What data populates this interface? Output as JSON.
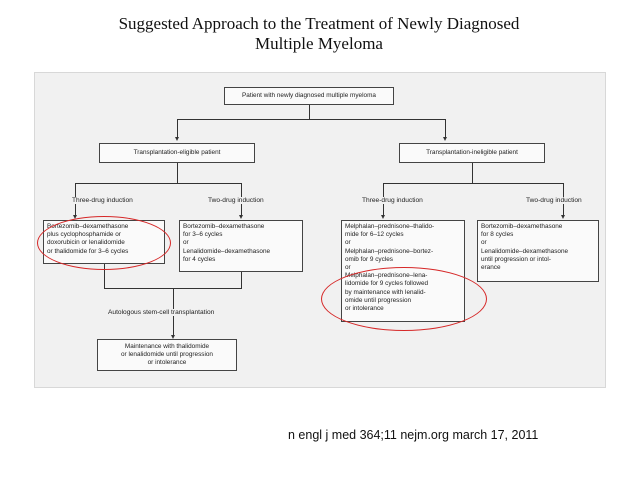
{
  "slide": {
    "title_line1": "Suggested Approach to the Treatment of Newly Diagnosed",
    "title_line2": "Multiple Myeloma",
    "citation": "n engl j med 364;11 nejm.org march 17, 2011"
  },
  "diagram": {
    "root": "Patient with newly diagnosed multiple myeloma",
    "eligible": {
      "header": "Transplantation-eligible patient",
      "three_label": "Three-drug induction",
      "two_label": "Two-drug induction",
      "three_box": [
        "Bortezomib–dexamethasone",
        "plus cyclophosphamide or",
        "doxorubicin or lenalidomide",
        "or thalidomide for 3–6 cycles"
      ],
      "two_box": [
        "Bortezomib–dexamethasone",
        "for 3–6 cycles",
        "or",
        "Lenalidomide–dexamethasone",
        "for 4 cycles"
      ],
      "asct_label": "Autologous stem-cell transplantation",
      "maintenance_box": [
        "Maintenance with thalidomide",
        "or lenalidomide until progression",
        "or intolerance"
      ]
    },
    "ineligible": {
      "header": "Transplantation-ineligible patient",
      "three_label": "Three-drug induction",
      "two_label": "Two-drug induction",
      "three_box": [
        "Melphalan–prednisone–thalido-",
        "mide for 6–12 cycles",
        "or",
        "Melphalan–prednisone–bortez-",
        "omib for 9 cycles",
        "or",
        "Melphalan–prednisone–lena-",
        "lidomide for 9 cycles followed",
        "by maintenance with lenalid-",
        "omide until progression",
        "or intolerance"
      ],
      "two_box": [
        "Bortezomib–dexamethasone",
        "for 8 cycles",
        "or",
        "Lenalidomide–dexamethasone",
        "until progression or intol-",
        "erance"
      ]
    },
    "highlight_color": "#d62828"
  }
}
